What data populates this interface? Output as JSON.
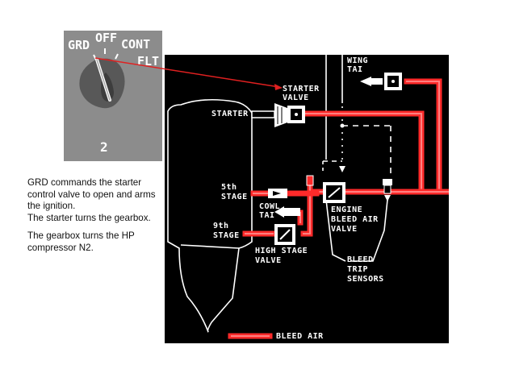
{
  "selector": {
    "positions": [
      "GRD",
      "OFF",
      "CONT",
      "FLT"
    ],
    "engine_number": "2"
  },
  "caption": {
    "line1": "GRD commands the starter control valve to open and arms the ignition.",
    "line2": "The starter turns the gearbox.",
    "line3": "The gearbox turns the HP compressor N2."
  },
  "schematic": {
    "wing_tai": [
      "WING",
      "TAI"
    ],
    "starter_valve": [
      "STARTER",
      "VALVE"
    ],
    "starter": "STARTER",
    "fifth_stage": [
      "5th",
      "STAGE"
    ],
    "ninth_stage": [
      "9th",
      "STAGE"
    ],
    "cowl_tai": [
      "COWL",
      "TAI"
    ],
    "engine_bleed_air_valve": [
      "ENGINE",
      "BLEED AIR",
      "VALVE"
    ],
    "high_stage_valve": [
      "HIGH STAGE",
      "VALVE"
    ],
    "bleed_trip_sensors": [
      "BLEED",
      "TRIP",
      "SENSORS"
    ],
    "legend": "BLEED AIR"
  },
  "colors": {
    "duct": "#ff2a2a",
    "duct_core": "#ff8080",
    "pointer": "#e02020",
    "panel": "#8c8c8c",
    "knob": "#585858",
    "schematic_bg": "#000000"
  }
}
